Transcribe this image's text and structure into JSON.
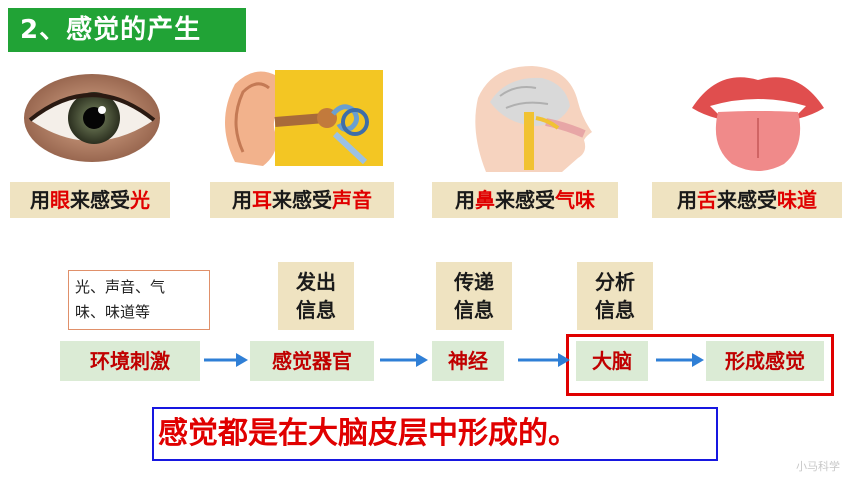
{
  "title": "2、感觉的产生",
  "senses": {
    "eye": {
      "pre": "用",
      "organ": "眼",
      "mid": "来感受",
      "target": "光"
    },
    "ear": {
      "pre": "用",
      "organ": "耳",
      "mid": "来感受",
      "target": "声音"
    },
    "nose": {
      "pre": "用",
      "organ": "鼻",
      "mid": "来感受",
      "target": "气味"
    },
    "tongue": {
      "pre": "用",
      "organ": "舌",
      "mid": "来感受",
      "target": "味道"
    }
  },
  "stimulus": {
    "line1": "光、声音、气",
    "line2": "味、味道等"
  },
  "notes": [
    {
      "line1": "发出",
      "line2": "信息"
    },
    {
      "line1": "传递",
      "line2": "信息"
    },
    {
      "line1": "分析",
      "line2": "信息"
    }
  ],
  "flow": [
    "环境刺激",
    "感觉器官",
    "神经",
    "大脑",
    "形成感觉"
  ],
  "conclusion": "感觉都是在大脑皮层中形成的。",
  "watermark": "小马科学",
  "colors": {
    "title_bg": "#21a336",
    "highlight": "#e00000",
    "note_bg": "#efe3c1",
    "node_bg": "#dbebd5",
    "arrow": "#2f7fd6",
    "frame": "#e00000",
    "conclusion_border": "#1717e0"
  }
}
